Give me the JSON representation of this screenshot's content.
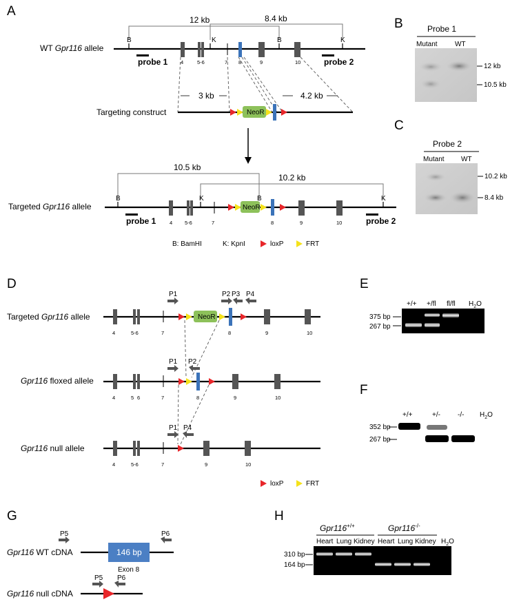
{
  "panels": [
    "A",
    "B",
    "C",
    "D",
    "E",
    "F",
    "G",
    "H"
  ],
  "panelA": {
    "wt_label_gene": "Gpr116",
    "wt_label_prefix": "WT ",
    "wt_label_suffix": " allele",
    "dist_12": "12 kb",
    "dist_8_4": "8.4 kb",
    "site_B": "B",
    "site_K": "K",
    "probe1": "probe 1",
    "probe2": "probe 2",
    "exons_wt": [
      "4",
      "5-6",
      "7",
      "8",
      "9",
      "10"
    ],
    "dist_3": "3 kb",
    "dist_4_2": "4.2 kb",
    "construct_label": "Targeting construct",
    "neor": "NeoR",
    "dist_10_5": "10.5 kb",
    "dist_10_2": "10.2 kb",
    "targeted_prefix": "Targeted ",
    "targeted_gene": "Gpr116",
    "targeted_suffix": " allele",
    "legend_bamhi": "B: BamHI",
    "legend_kpni": "K: KpnI",
    "legend_loxp": "loxP",
    "legend_frt": "FRT"
  },
  "panelB": {
    "title": "Probe 1",
    "lanes": [
      "Mutant",
      "WT"
    ],
    "sizes": [
      "12 kb",
      "10.5 kb"
    ]
  },
  "panelC": {
    "title": "Probe 2",
    "lanes": [
      "Mutant",
      "WT"
    ],
    "sizes": [
      "10.2 kb",
      "8.4 kb"
    ]
  },
  "panelD": {
    "primers": [
      "P1",
      "P2",
      "P3",
      "P4"
    ],
    "targeted_prefix": "Targeted ",
    "floxed_suffix": " floxed allele",
    "null_suffix": " null allele",
    "gene": "Gpr116",
    "suffix_allele": " allele",
    "exons_a": [
      "4",
      "5-6",
      "7",
      "8",
      "9",
      "10"
    ],
    "exons_b": [
      "4",
      "5",
      "6",
      "7",
      "8",
      "9",
      "10"
    ],
    "exons_c": [
      "4",
      "5-6",
      "7",
      "9",
      "10"
    ],
    "neor": "NeoR",
    "legend_loxp": "loxP",
    "legend_frt": "FRT"
  },
  "panelE": {
    "lanes": [
      "+/+",
      "+/fl",
      "fl/fl",
      "H2O"
    ],
    "h": "H",
    "o": "O",
    "sub2": "2",
    "sizes": [
      "375 bp",
      "267 bp"
    ]
  },
  "panelF": {
    "lanes": [
      "+/+",
      "+/-",
      "-/-"
    ],
    "h": "H",
    "o": "O",
    "sub2": "2",
    "sizes": [
      "352 bp",
      "267 bp"
    ]
  },
  "panelG": {
    "gene": "Gpr116",
    "wt_suffix": " WT cDNA",
    "null_suffix": " null cDNA",
    "exon_box": "146 bp",
    "exon_label": "Exon 8",
    "primers": [
      "P5",
      "P6"
    ]
  },
  "panelH": {
    "gene": "Gpr116",
    "geno_wt": "+/+",
    "geno_ko": "-/-",
    "tissues": [
      "Heart",
      "Lung",
      "Kidney"
    ],
    "h": "H",
    "o": "O",
    "sub2": "2",
    "sizes": [
      "310 bp",
      "164 bp"
    ]
  },
  "colors": {
    "loxp": "#e8262a",
    "frt": "#f5e21a",
    "exon8": "#3b73b9",
    "neor": "#8dc15a",
    "exon": "#555555"
  }
}
